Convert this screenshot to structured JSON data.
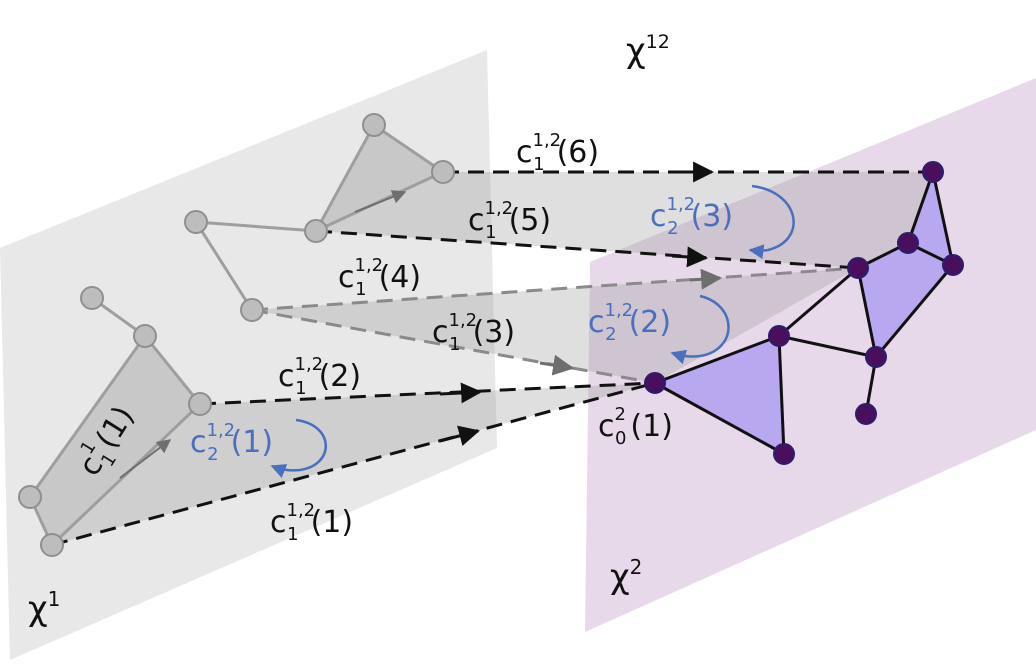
{
  "spaces": {
    "joint": {
      "symbol": "χ",
      "index": "12"
    },
    "left": {
      "symbol": "χ",
      "index": "1"
    },
    "right": {
      "symbol": "χ",
      "index": "2"
    }
  },
  "colors": {
    "left_plane": "#e6e6e6",
    "right_plane": "#e7d5e8",
    "left_node": "#bdbdbd",
    "right_node": "#4a0f5c",
    "right_fill": "#b8a8f0",
    "blue_label": "#4a6fbf"
  },
  "labels": {
    "c1_1": {
      "base": "c",
      "sup": "1,2",
      "sub": "1",
      "arg": "(1)"
    },
    "c1_2": {
      "base": "c",
      "sup": "1,2",
      "sub": "1",
      "arg": "(2)"
    },
    "c1_3": {
      "base": "c",
      "sup": "1,2",
      "sub": "1",
      "arg": "(3)"
    },
    "c1_4": {
      "base": "c",
      "sup": "1,2",
      "sub": "1",
      "arg": "(4)"
    },
    "c1_5": {
      "base": "c",
      "sup": "1,2",
      "sub": "1",
      "arg": "(5)"
    },
    "c1_6": {
      "base": "c",
      "sup": "1,2",
      "sub": "1",
      "arg": "(6)"
    },
    "c2_1": {
      "base": "c",
      "sup": "1,2",
      "sub": "2",
      "arg": "(1)"
    },
    "c2_2": {
      "base": "c",
      "sup": "1,2",
      "sub": "2",
      "arg": "(2)"
    },
    "c2_3": {
      "base": "c",
      "sup": "1,2",
      "sub": "2",
      "arg": "(3)"
    },
    "c0_2_1": {
      "base": "c",
      "sup": "2",
      "sub": "0",
      "arg": "(1)"
    },
    "c1_1_1": {
      "base": "c",
      "sup": "1",
      "sub": "1",
      "arg": "(1)"
    }
  }
}
